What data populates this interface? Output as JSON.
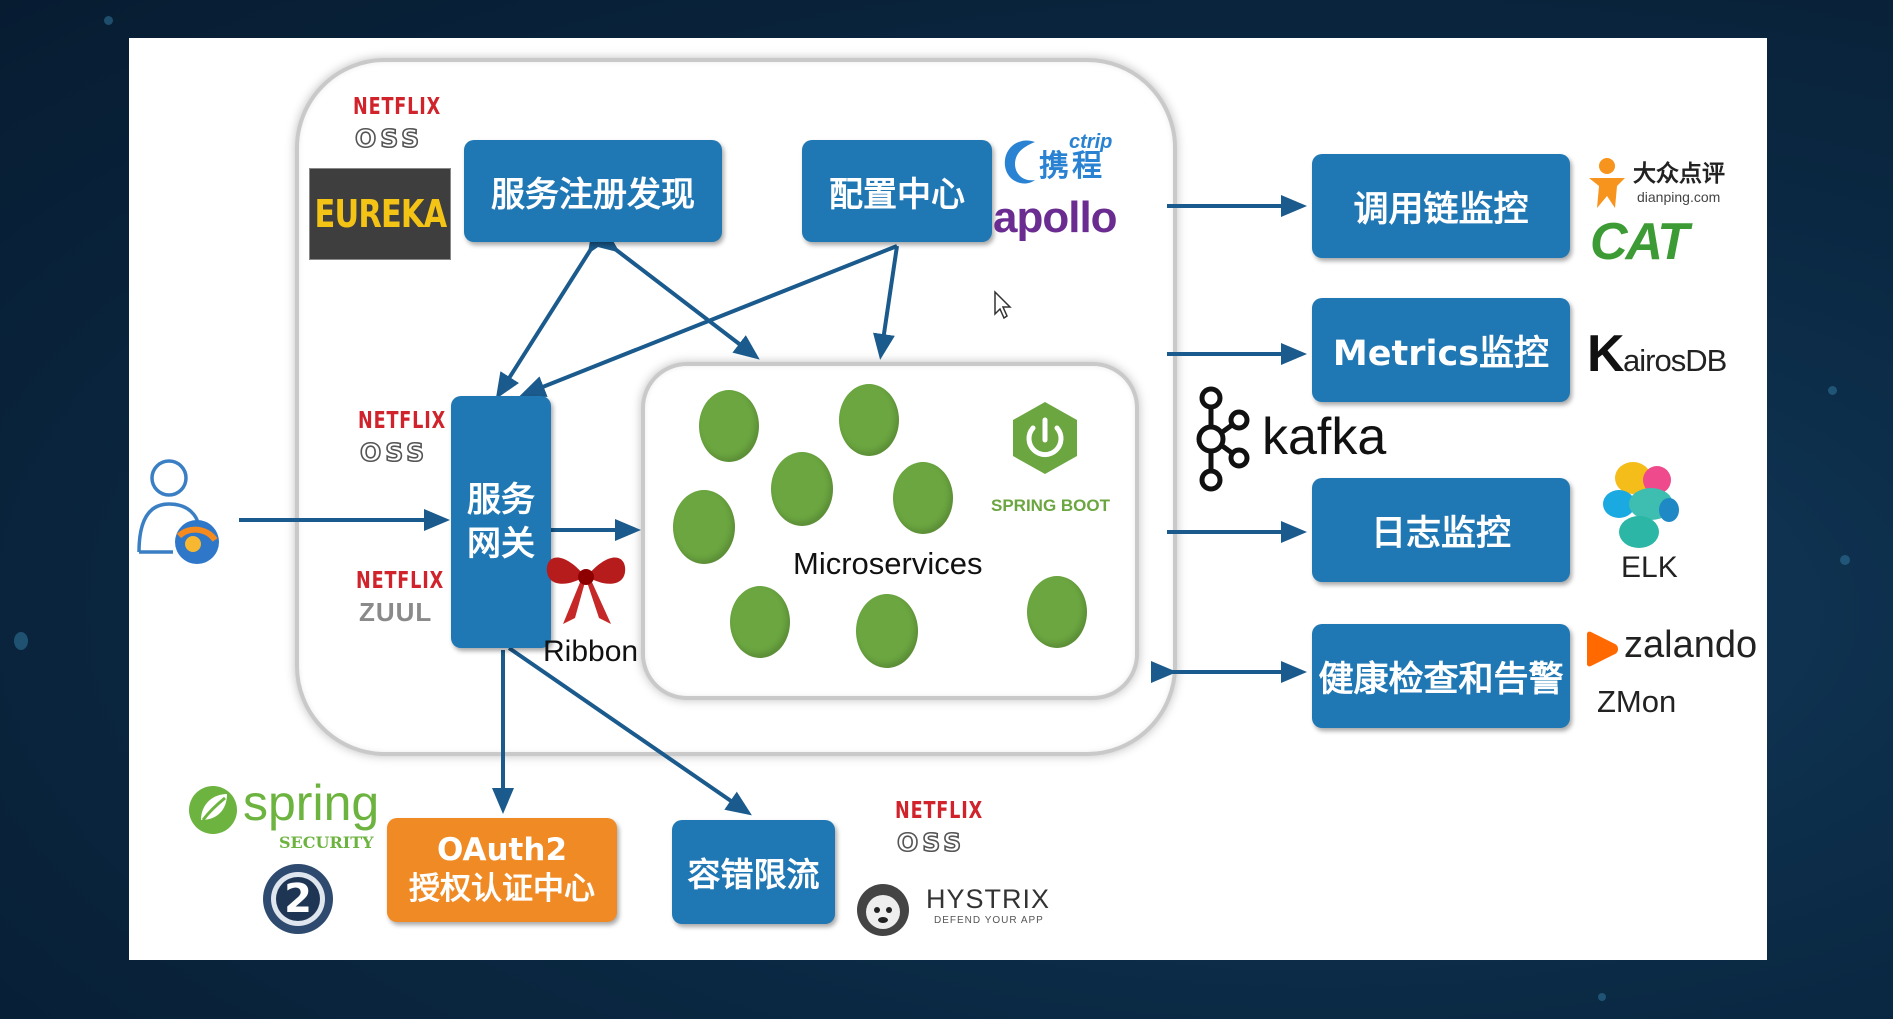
{
  "boxes": {
    "service_registry": "服务注册发现",
    "config_center": "配置中心",
    "gateway_line1": "服务",
    "gateway_line2": "网关",
    "oauth_line1": "OAuth2",
    "oauth_line2": "授权认证中心",
    "fault_tolerance": "容错限流",
    "call_chain": "调用链监控",
    "metrics": "Metrics监控",
    "log_monitor": "日志监控",
    "health_alert": "健康检查和告警"
  },
  "labels": {
    "microservices": "Microservices",
    "ribbon": "Ribbon",
    "spring_boot": "SPRING BOOT"
  },
  "logos": {
    "netflix": "NETFLIX",
    "oss": "OSS",
    "eureka": "EUREKA",
    "zuul": "ZUUL",
    "ctrip_en": "ctrip",
    "ctrip_cn": "携程",
    "apollo": "apollo",
    "dianping_cn": "大众点评",
    "dianping_url": "dianping.com",
    "cat": "CAT",
    "kairosdb_k": "K",
    "kairosdb_rest": "airosDB",
    "kafka": "kafka",
    "elk": "ELK",
    "zalando": "zalando",
    "zmon": "ZMon",
    "spring": "spring",
    "spring_security": "SECURITY",
    "oauth_num": "2",
    "hystrix": "HYSTRIX",
    "hystrix_tagline": "DEFEND YOUR APP"
  },
  "colors": {
    "box_blue": "#1f77b4",
    "box_orange": "#f08a24",
    "arrow": "#1a5a8c",
    "microservice_green": "#6ba640",
    "netflix_red": "#d0232b"
  }
}
